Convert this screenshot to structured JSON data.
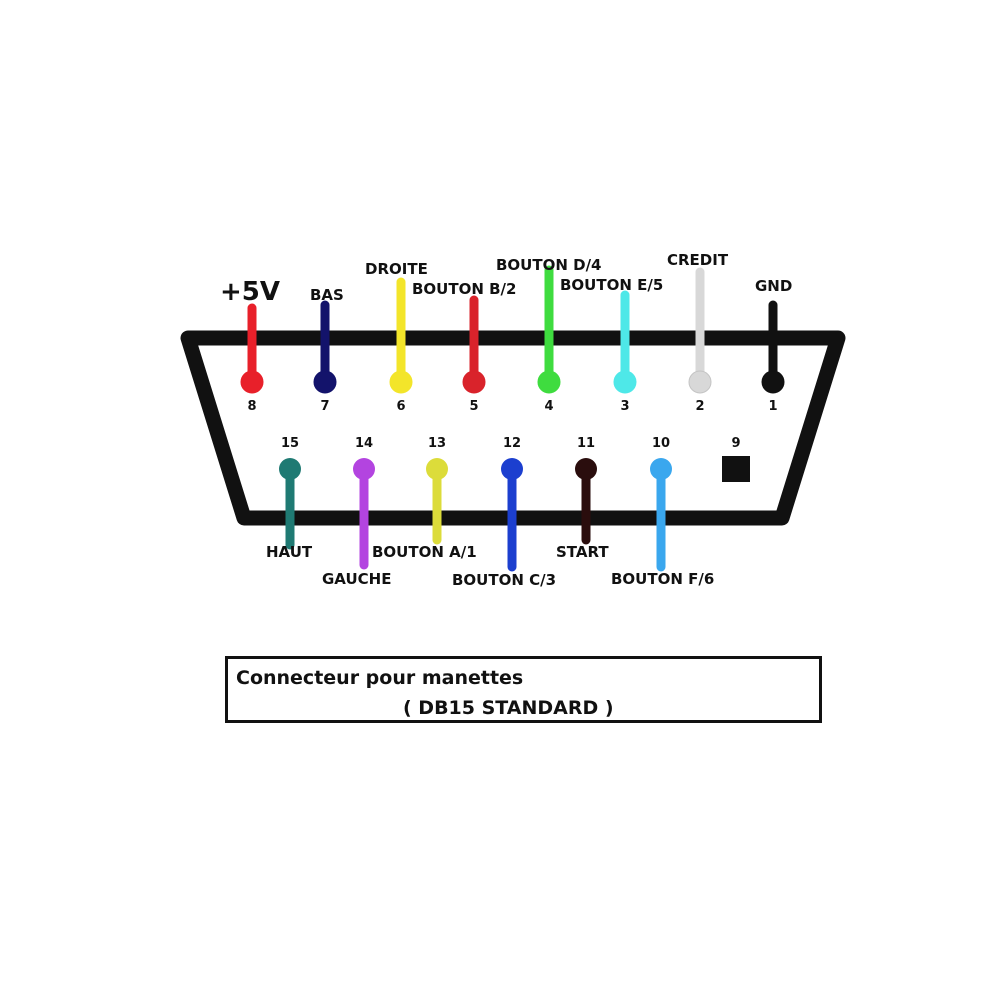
{
  "connector": {
    "top_row": [
      {
        "number": "8",
        "label": "+5V",
        "color": "#e8202a"
      },
      {
        "number": "7",
        "label": "BAS",
        "color": "#13136b"
      },
      {
        "number": "6",
        "label": "DROITE",
        "color": "#f3e52a"
      },
      {
        "number": "5",
        "label": "BOUTON B/2",
        "color": "#d9232b"
      },
      {
        "number": "4",
        "label": "BOUTON D/4",
        "color": "#3fdc3f"
      },
      {
        "number": "3",
        "label": "BOUTON E/5",
        "color": "#4ee8e8"
      },
      {
        "number": "2",
        "label": "CREDIT",
        "color": "#d8d8d8"
      },
      {
        "number": "1",
        "label": "GND",
        "color": "#111111"
      }
    ],
    "bottom_row": [
      {
        "number": "15",
        "label": "HAUT",
        "color": "#1f7a73"
      },
      {
        "number": "14",
        "label": "GAUCHE",
        "color": "#b344e0"
      },
      {
        "number": "13",
        "label": "BOUTON A/1",
        "color": "#dcdc3a"
      },
      {
        "number": "12",
        "label": "BOUTON C/3",
        "color": "#1c3fcf"
      },
      {
        "number": "11",
        "label": "START",
        "color": "#2a0d0d"
      },
      {
        "number": "10",
        "label": "BOUTON F/6",
        "color": "#3aa7ee"
      },
      {
        "number": "9",
        "label": "",
        "color": "#111111"
      }
    ]
  },
  "caption": {
    "line1": "Connecteur pour manettes",
    "line2": "( DB15 STANDARD )"
  }
}
